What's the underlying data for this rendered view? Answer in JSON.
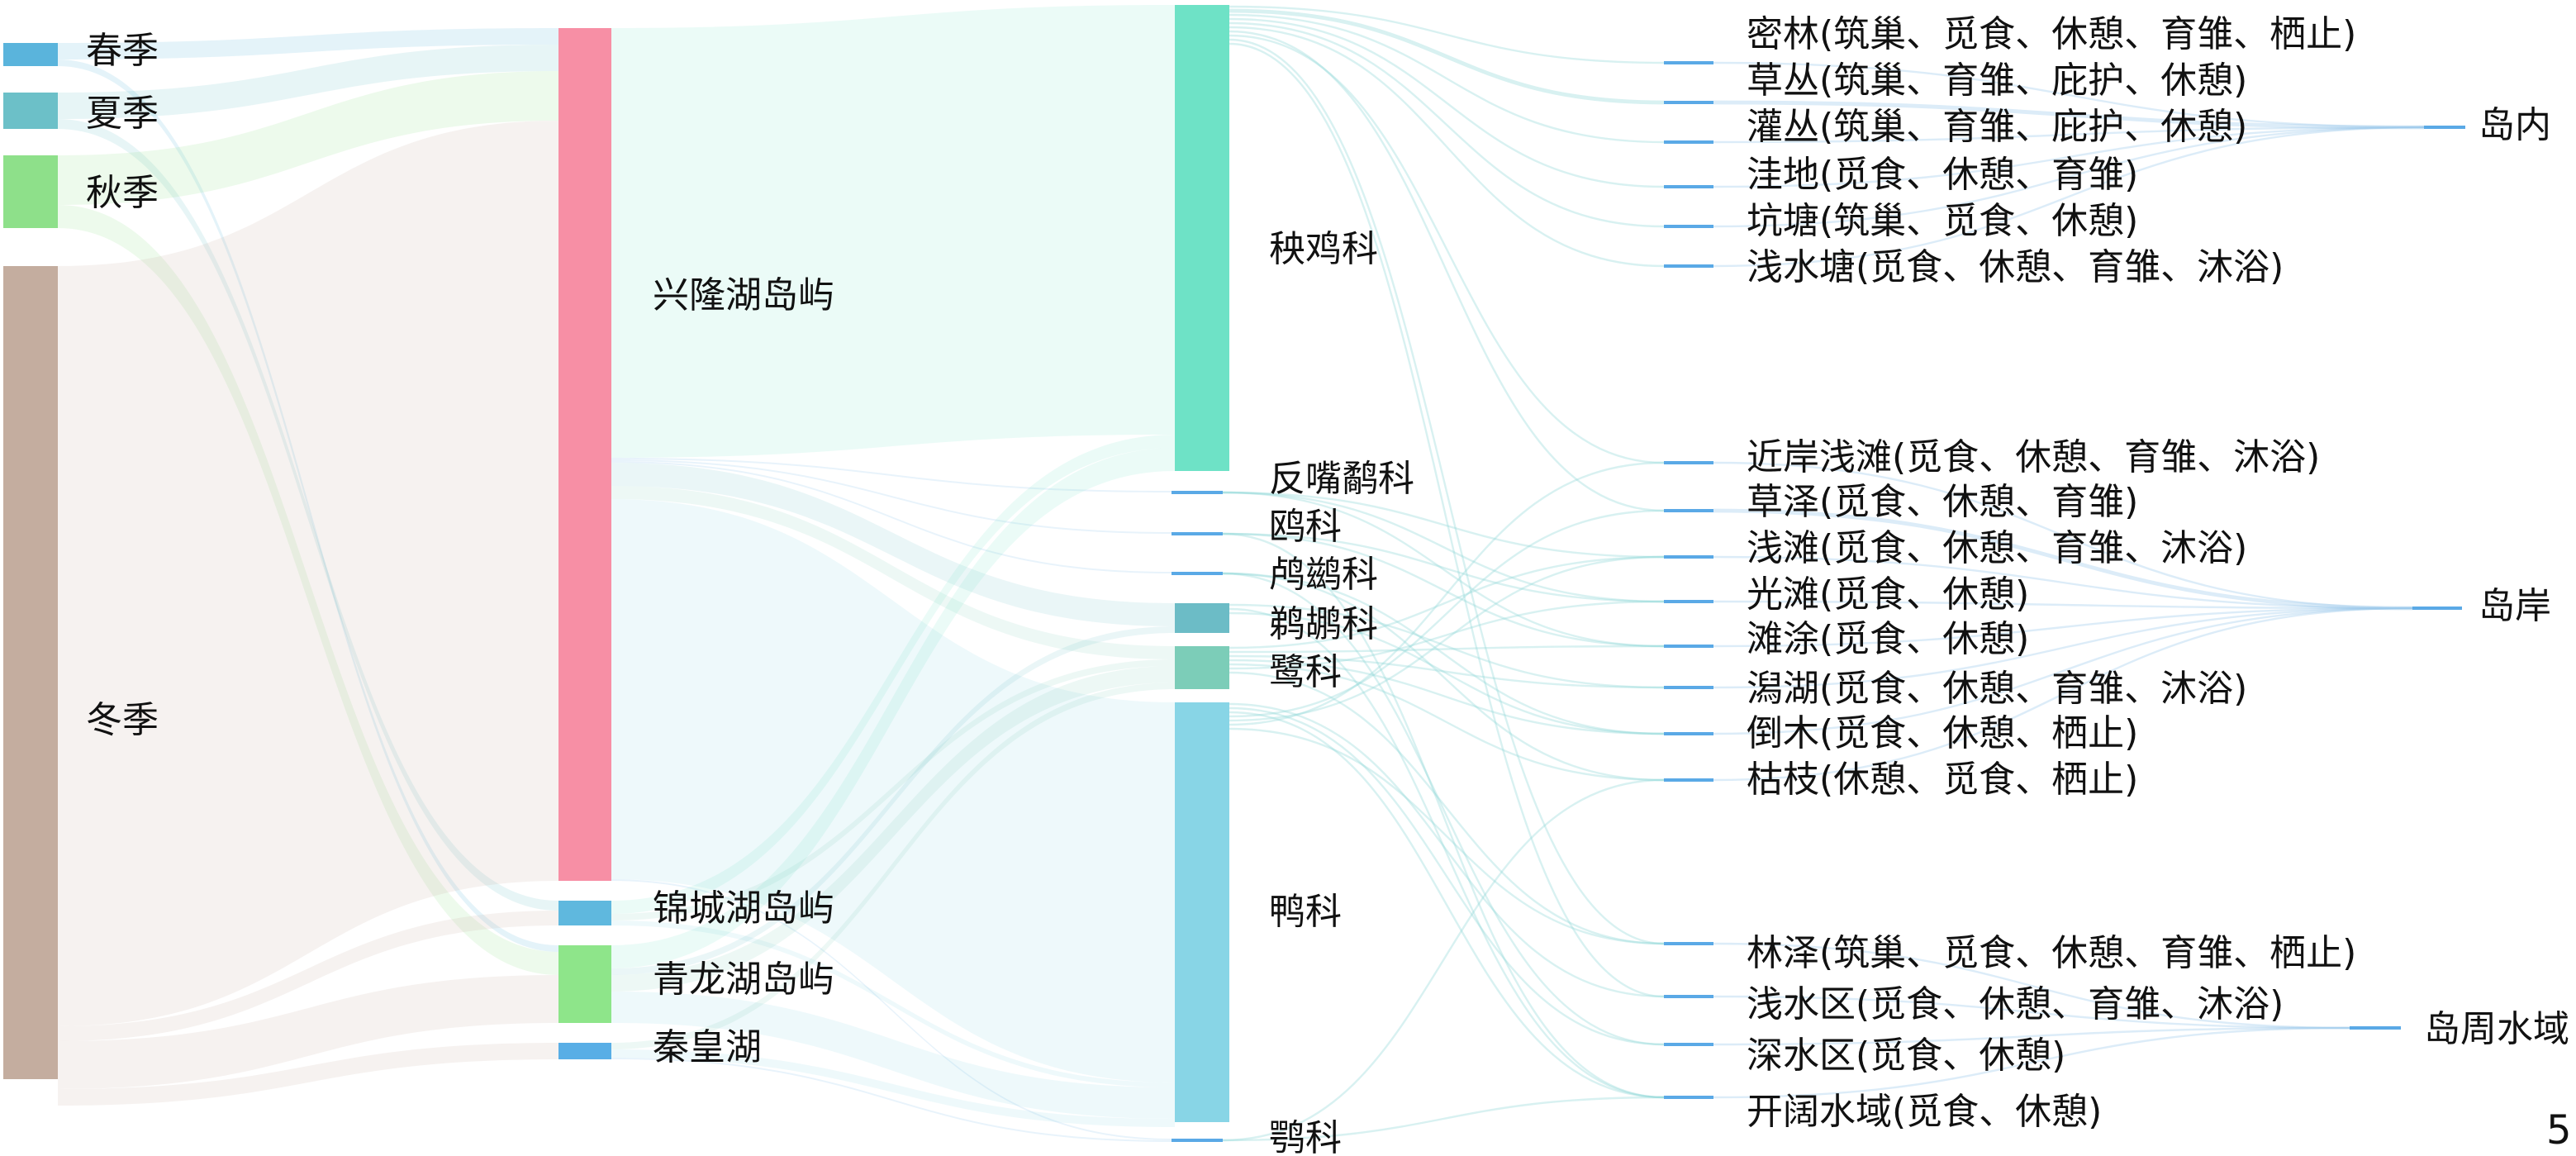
{
  "chart_data": {
    "type": "sankey",
    "title": "",
    "page_number": "5",
    "columns": [
      [
        {
          "name": "春季",
          "color": "#5ab4dc"
        },
        {
          "name": "夏季",
          "color": "#6cc0c8"
        },
        {
          "name": "秋季",
          "color": "#8ee08a"
        },
        {
          "name": "冬季",
          "color": "#c4ad9f"
        }
      ],
      [
        {
          "name": "兴隆湖岛屿",
          "color": "#f78fa5"
        },
        {
          "name": "锦城湖岛屿",
          "color": "#5fb8de"
        },
        {
          "name": "青龙湖岛屿",
          "color": "#8ee58a"
        },
        {
          "name": "秦皇湖",
          "color": "#58aee6"
        }
      ],
      [
        {
          "name": "秧鸡科",
          "color": "#6ee2c6"
        },
        {
          "name": "反嘴鹬科",
          "color": "#5aa9e6"
        },
        {
          "name": "鸥科",
          "color": "#5aa9e6"
        },
        {
          "name": "鸬鹚科",
          "color": "#5aa9e6"
        },
        {
          "name": "鹈鹕科",
          "color": "#6cbcc6"
        },
        {
          "name": "鹭科",
          "color": "#7ccdb8"
        },
        {
          "name": "鸭科",
          "color": "#88d5e6"
        },
        {
          "name": "鹗科",
          "color": "#5aa9e6"
        }
      ],
      [
        {
          "name": "密林(筑巢、觅食、休憩、育雏、栖止)",
          "color": "#5aa9e6"
        },
        {
          "name": "草丛(筑巢、育雏、庇护、休憩)",
          "color": "#5aa9e6"
        },
        {
          "name": "灌丛(筑巢、育雏、庇护、休憩)",
          "color": "#5aa9e6"
        },
        {
          "name": "洼地(觅食、休憩、育雏)",
          "color": "#5aa9e6"
        },
        {
          "name": "坑塘(筑巢、觅食、休憩)",
          "color": "#5aa9e6"
        },
        {
          "name": "浅水塘(觅食、休憩、育雏、沐浴)",
          "color": "#5aa9e6"
        },
        {
          "name": "近岸浅滩(觅食、休憩、育雏、沐浴)",
          "color": "#5aa9e6"
        },
        {
          "name": "草泽(觅食、休憩、育雏)",
          "color": "#5aa9e6"
        },
        {
          "name": "浅滩(觅食、休憩、育雏、沐浴)",
          "color": "#5aa9e6"
        },
        {
          "name": "光滩(觅食、休憩)",
          "color": "#5aa9e6"
        },
        {
          "name": "滩涂(觅食、休憩)",
          "color": "#5aa9e6"
        },
        {
          "name": "潟湖(觅食、休憩、育雏、沐浴)",
          "color": "#5aa9e6"
        },
        {
          "name": "倒木(觅食、休憩、栖止)",
          "color": "#5aa9e6"
        },
        {
          "name": "枯枝(休憩、觅食、栖止)",
          "color": "#5aa9e6"
        },
        {
          "name": "林泽(筑巢、觅食、休憩、育雏、栖止)",
          "color": "#5aa9e6"
        },
        {
          "name": "浅水区(觅食、休憩、育雏、沐浴)",
          "color": "#5aa9e6"
        },
        {
          "name": "深水区(觅食、休憩)",
          "color": "#5aa9e6"
        },
        {
          "name": "开阔水域(觅食、休憩)",
          "color": "#5aa9e6"
        }
      ],
      [
        {
          "name": "岛内",
          "color": "#5aa9e6"
        },
        {
          "name": "岛岸",
          "color": "#5aa9e6"
        },
        {
          "name": "岛周水域",
          "color": "#5aa9e6"
        }
      ]
    ],
    "links": [
      [
        "春季",
        "兴隆湖岛屿",
        10
      ],
      [
        "春季",
        "青龙湖岛屿",
        4
      ],
      [
        "夏季",
        "兴隆湖岛屿",
        16
      ],
      [
        "夏季",
        "锦城湖岛屿",
        6
      ],
      [
        "秋季",
        "兴隆湖岛屿",
        30
      ],
      [
        "秋季",
        "青龙湖岛屿",
        14
      ],
      [
        "冬季",
        "兴隆湖岛屿",
        460
      ],
      [
        "冬季",
        "锦城湖岛屿",
        9
      ],
      [
        "冬季",
        "青龙湖岛屿",
        29
      ],
      [
        "冬季",
        "秦皇湖",
        10
      ],
      [
        "兴隆湖岛屿",
        "秧鸡科",
        260
      ],
      [
        "兴隆湖岛屿",
        "反嘴鹬科",
        1
      ],
      [
        "兴隆湖岛屿",
        "鸥科",
        1
      ],
      [
        "兴隆湖岛屿",
        "鸬鹚科",
        1
      ],
      [
        "兴隆湖岛屿",
        "鹈鹕科",
        14
      ],
      [
        "兴隆湖岛屿",
        "鹭科",
        8
      ],
      [
        "兴隆湖岛屿",
        "鸭科",
        230
      ],
      [
        "兴隆湖岛屿",
        "鹗科",
        1
      ],
      [
        "锦城湖岛屿",
        "秧鸡科",
        8
      ],
      [
        "锦城湖岛屿",
        "鹭科",
        4
      ],
      [
        "锦城湖岛屿",
        "鸭科",
        3
      ],
      [
        "青龙湖岛屿",
        "秧鸡科",
        14
      ],
      [
        "青龙湖岛屿",
        "鹈鹕科",
        4
      ],
      [
        "青龙湖岛屿",
        "鹭科",
        10
      ],
      [
        "青龙湖岛屿",
        "鸭科",
        19
      ],
      [
        "秦皇湖",
        "鹭科",
        4
      ],
      [
        "秦皇湖",
        "鸭科",
        5
      ],
      [
        "秦皇湖",
        "鹗科",
        1
      ],
      [
        "秧鸡科",
        "密林(筑巢、觅食、休憩、育雏、栖止)",
        1
      ],
      [
        "秧鸡科",
        "草丛(筑巢、育雏、庇护、休憩)",
        2
      ],
      [
        "秧鸡科",
        "灌丛(筑巢、育雏、庇护、休憩)",
        1
      ],
      [
        "秧鸡科",
        "洼地(觅食、休憩、育雏)",
        1
      ],
      [
        "秧鸡科",
        "坑塘(筑巢、觅食、休憩)",
        1
      ],
      [
        "秧鸡科",
        "浅水塘(觅食、休憩、育雏、沐浴)",
        1
      ],
      [
        "秧鸡科",
        "草泽(觅食、休憩、育雏)",
        1
      ],
      [
        "秧鸡科",
        "近岸浅滩(觅食、休憩、育雏、沐浴)",
        1
      ],
      [
        "秧鸡科",
        "林泽(筑巢、觅食、休憩、育雏、栖止)",
        1
      ],
      [
        "秧鸡科",
        "浅水区(觅食、休憩、育雏、沐浴)",
        1
      ],
      [
        "反嘴鹬科",
        "浅滩(觅食、休憩、育雏、沐浴)",
        1
      ],
      [
        "反嘴鹬科",
        "光滩(觅食、休憩)",
        1
      ],
      [
        "反嘴鹬科",
        "滩涂(觅食、休憩)",
        1
      ],
      [
        "鸥科",
        "光滩(觅食、休憩)",
        1
      ],
      [
        "鸥科",
        "滩涂(觅食、休憩)",
        1
      ],
      [
        "鸥科",
        "开阔水域(觅食、休憩)",
        1
      ],
      [
        "鸬鹚科",
        "枯枝(休憩、觅食、栖止)",
        1
      ],
      [
        "鸬鹚科",
        "倒木(觅食、休憩、栖止)",
        1
      ],
      [
        "鸬鹚科",
        "深水区(觅食、休憩)",
        1
      ],
      [
        "鹈鹕科",
        "潟湖(觅食、休憩、育雏、沐浴)",
        1
      ],
      [
        "鹈鹕科",
        "开阔水域(觅食、休憩)",
        1
      ],
      [
        "鹈鹕科",
        "倒木(觅食、休憩、栖止)",
        1
      ],
      [
        "鹭科",
        "浅滩(觅食、休憩、育雏、沐浴)",
        1
      ],
      [
        "鹭科",
        "滩涂(觅食、休憩)",
        1
      ],
      [
        "鹭科",
        "潟湖(觅食、休憩、育雏、沐浴)",
        1
      ],
      [
        "鹭科",
        "倒木(觅食、休憩、栖止)",
        1
      ],
      [
        "鹭科",
        "枯枝(休憩、觅食、栖止)",
        1
      ],
      [
        "鹭科",
        "光滩(觅食、休憩)",
        1
      ],
      [
        "鹭科",
        "林泽(筑巢、觅食、休憩、育雏、栖止)",
        1
      ],
      [
        "鸭科",
        "浅水区(觅食、休憩、育雏、沐浴)",
        1
      ],
      [
        "鸭科",
        "深水区(觅食、休憩)",
        1
      ],
      [
        "鸭科",
        "开阔水域(觅食、休憩)",
        1
      ],
      [
        "鸭科",
        "草泽(觅食、休憩、育雏)",
        1
      ],
      [
        "鸭科",
        "浅滩(觅食、休憩、育雏、沐浴)",
        1
      ],
      [
        "鸭科",
        "近岸浅滩(觅食、休憩、育雏、沐浴)",
        1
      ],
      [
        "鸭科",
        "林泽(筑巢、觅食、休憩、育雏、栖止)",
        1
      ],
      [
        "鹗科",
        "枯枝(休憩、觅食、栖止)",
        1
      ],
      [
        "鹗科",
        "开阔水域(觅食、休憩)",
        1
      ],
      [
        "密林(筑巢、觅食、休憩、育雏、栖止)",
        "岛内",
        1
      ],
      [
        "草丛(筑巢、育雏、庇护、休憩)",
        "岛内",
        2
      ],
      [
        "灌丛(筑巢、育雏、庇护、休憩)",
        "岛内",
        1
      ],
      [
        "洼地(觅食、休憩、育雏)",
        "岛内",
        1
      ],
      [
        "坑塘(筑巢、觅食、休憩)",
        "岛内",
        1
      ],
      [
        "浅水塘(觅食、休憩、育雏、沐浴)",
        "岛内",
        1
      ],
      [
        "近岸浅滩(觅食、休憩、育雏、沐浴)",
        "岛岸",
        1
      ],
      [
        "草泽(觅食、休憩、育雏)",
        "岛岸",
        2
      ],
      [
        "浅滩(觅食、休憩、育雏、沐浴)",
        "岛岸",
        1
      ],
      [
        "光滩(觅食、休憩)",
        "岛岸",
        1
      ],
      [
        "滩涂(觅食、休憩)",
        "岛岸",
        1
      ],
      [
        "潟湖(觅食、休憩、育雏、沐浴)",
        "岛岸",
        1
      ],
      [
        "倒木(觅食、休憩、栖止)",
        "岛岸",
        1
      ],
      [
        "枯枝(休憩、觅食、栖止)",
        "岛岸",
        1
      ],
      [
        "林泽(筑巢、觅食、休憩、育雏、栖止)",
        "岛周水域",
        1
      ],
      [
        "浅水区(觅食、休憩、育雏、沐浴)",
        "岛周水域",
        1
      ],
      [
        "深水区(觅食、休憩)",
        "岛周水域",
        1
      ],
      [
        "开阔水域(觅食、休憩)",
        "岛周水域",
        1
      ]
    ]
  }
}
